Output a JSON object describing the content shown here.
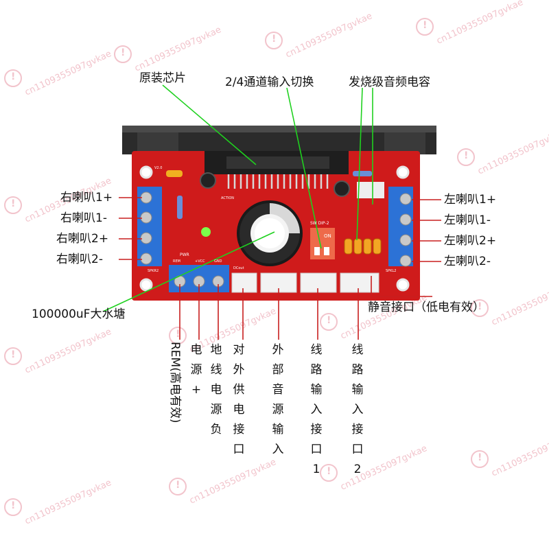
{
  "watermark": "cn1109355097gvkae",
  "labels": {
    "chip": "原装芯片",
    "switch": "2/4通道输入切换",
    "caps": "发烧级音频电容",
    "right1p": "右喇叭1+",
    "right1n": "右喇叭1-",
    "right2p": "右喇叭2+",
    "right2n": "右喇叭2-",
    "left1p": "左喇叭1+",
    "left1n": "左喇叭1-",
    "left2p": "左喇叭2+",
    "left2n": "左喇叭2-",
    "bigcap": "100000uF大水塘",
    "mute": "静音接口（低电有效）",
    "rem": "REM(高电有效)",
    "power": "电源+",
    "ground": "地线电源负",
    "supply": "对外供电接口",
    "ext": "外部音源输入",
    "line1": "线路输入接口1",
    "line2": "线路输入接口2"
  },
  "board_silk": {
    "swdip": "SW DIP-2",
    "on": "ON",
    "pwr": "PWR",
    "rem": "REM",
    "vcc": "+VCC",
    "gnd": "GND",
    "dcout": "DCout",
    "action": "ACTION",
    "spkr2": "SPKR2",
    "spkl2": "SPKL2",
    "v20": "V2.0"
  },
  "colors": {
    "board": "#cc1a1a",
    "terminal": "#2a6fd1",
    "heatsink": "#2e2e2e",
    "line_red": "#c81e1e",
    "line_green": "#1fd11f"
  }
}
